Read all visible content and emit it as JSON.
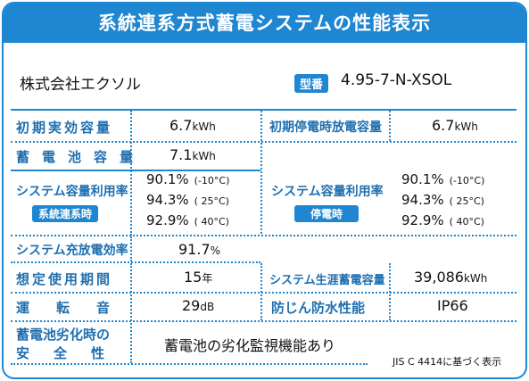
{
  "title": "系統連系方式蓄電システムの性能表示",
  "company": "株式会社エクソル",
  "model_badge": "型番",
  "model_number": "4.95-7-N-XSOL",
  "rows": {
    "initial_capacity": {
      "label": "初期実効容量",
      "value": "6.7",
      "unit": "kWh"
    },
    "initial_outage_capacity": {
      "label": "初期停電時放電容量",
      "value": "6.7",
      "unit": "kWh"
    },
    "battery_capacity": {
      "label": "蓄電池容量",
      "value": "7.1",
      "unit": "kWh"
    },
    "system_usage_grid": {
      "label": "システム容量利用率",
      "badge": "系統連系時",
      "rates": [
        {
          "value": "90.1",
          "unit": "%",
          "temp": "(-10°C)"
        },
        {
          "value": "94.3",
          "unit": "%",
          "temp": "( 25°C)"
        },
        {
          "value": "92.9",
          "unit": "%",
          "temp": "( 40°C)"
        }
      ]
    },
    "system_usage_outage": {
      "label": "システム容量利用率",
      "badge": "停電時",
      "rates": [
        {
          "value": "90.1",
          "unit": "%",
          "temp": "(-10°C)"
        },
        {
          "value": "94.3",
          "unit": "%",
          "temp": "( 25°C)"
        },
        {
          "value": "92.9",
          "unit": "%",
          "temp": "( 40°C)"
        }
      ]
    },
    "charge_discharge_eff": {
      "label": "システム充放電効率",
      "value": "91.7",
      "unit": "%"
    },
    "expected_period": {
      "label": "想定使用期間",
      "value": "15",
      "unit": "年"
    },
    "lifetime_capacity": {
      "label": "システム生涯蓄電容量",
      "value": "39,086",
      "unit": "kWh"
    },
    "operation_sound": {
      "label": "運転音",
      "value": "29",
      "unit": "dB"
    },
    "ip_rating": {
      "label": "防じん防水性能",
      "value": "IP66"
    },
    "degradation_safety": {
      "label_line1": "蓄電池劣化時の",
      "label_line2": "安全性",
      "value": "蓄電池の劣化監視機能あり"
    }
  },
  "footnote": "JIS C 4414に基づく表示",
  "colors": {
    "accent": "#1f86d1",
    "label_text": "#1f6fb0"
  }
}
